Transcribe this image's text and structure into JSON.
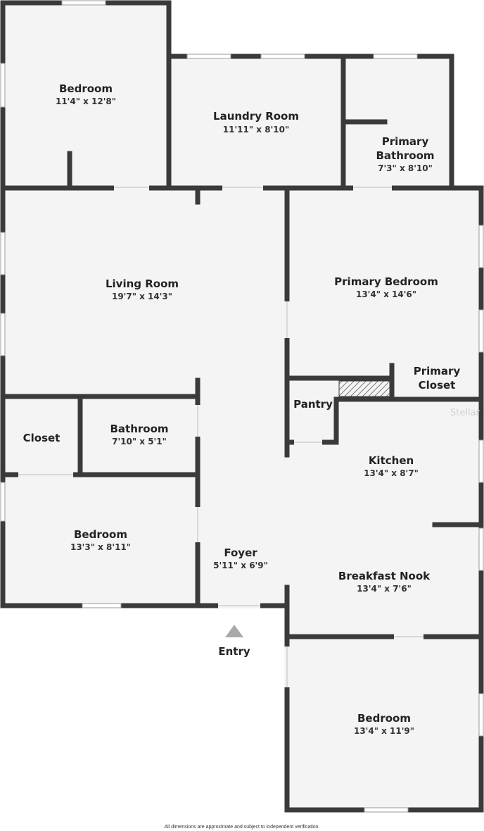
{
  "colors": {
    "wall": "#3a3a3a",
    "floor": "#f4f4f4",
    "window": "#ffffff",
    "entry_arrow": "#a9a9a9"
  },
  "rooms": [
    {
      "id": "bedroom-nw",
      "name": "Bedroom",
      "dims": "11'4\" x 12'8\""
    },
    {
      "id": "laundry-room",
      "name": "Laundry Room",
      "dims": "11'11\" x 8'10\""
    },
    {
      "id": "primary-bathroom",
      "name": "Primary Bathroom",
      "name_lines": [
        "Primary",
        "Bathroom"
      ],
      "dims": "7'3\" x 8'10\""
    },
    {
      "id": "living-room",
      "name": "Living Room",
      "dims": "19'7\" x 14'3\""
    },
    {
      "id": "primary-bedroom",
      "name": "Primary Bedroom",
      "dims": "13'4\" x 14'6\""
    },
    {
      "id": "primary-closet",
      "name": "Primary Closet",
      "name_lines": [
        "Primary",
        "Closet"
      ],
      "dims": ""
    },
    {
      "id": "pantry",
      "name": "Pantry",
      "dims": ""
    },
    {
      "id": "closet",
      "name": "Closet",
      "dims": ""
    },
    {
      "id": "bathroom",
      "name": "Bathroom",
      "dims": "7'10\" x 5'1\""
    },
    {
      "id": "kitchen",
      "name": "Kitchen",
      "dims": "13'4\" x 8'7\""
    },
    {
      "id": "bedroom-sw",
      "name": "Bedroom",
      "dims": "13'3\" x 8'11\""
    },
    {
      "id": "foyer",
      "name": "Foyer",
      "dims": "5'11\" x 6'9\""
    },
    {
      "id": "breakfast-nook",
      "name": "Breakfast Nook",
      "dims": "13'4\" x 7'6\""
    },
    {
      "id": "bedroom-se",
      "name": "Bedroom",
      "dims": "13'4\" x 11'9\""
    }
  ],
  "entry": {
    "label": "Entry"
  },
  "watermark": "Stellar",
  "disclaimer": "All dimensions are approximate and subject to independent verification."
}
